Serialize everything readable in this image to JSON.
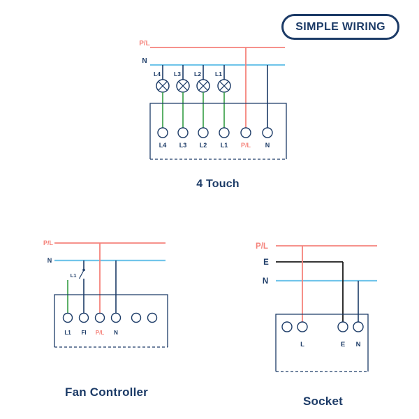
{
  "badge": {
    "label": "SIMPLE WIRING"
  },
  "colors": {
    "navy": "#1c3b67",
    "salmon": "#f5837b",
    "light_blue": "#72c5ea",
    "green": "#3fa34d",
    "black": "#1a1a1a"
  },
  "four_touch": {
    "title": "4 Touch",
    "pl_label": "P/L",
    "n_label": "N",
    "lamp_labels": [
      "L4",
      "L3",
      "L2",
      "L1"
    ],
    "terminal_labels": [
      "L4",
      "L3",
      "L2",
      "L1",
      "P/L",
      "N"
    ]
  },
  "fan_controller": {
    "title": "Fan Controller",
    "pl_label": "P/L",
    "n_label": "N",
    "switch_label": "L1",
    "terminal_labels": [
      "L1",
      "FI",
      "P/L",
      "N"
    ]
  },
  "socket": {
    "title": "Socket",
    "pl_label": "P/L",
    "e_label": "E",
    "n_label": "N",
    "terminal_labels": [
      "L",
      "E",
      "N"
    ]
  }
}
